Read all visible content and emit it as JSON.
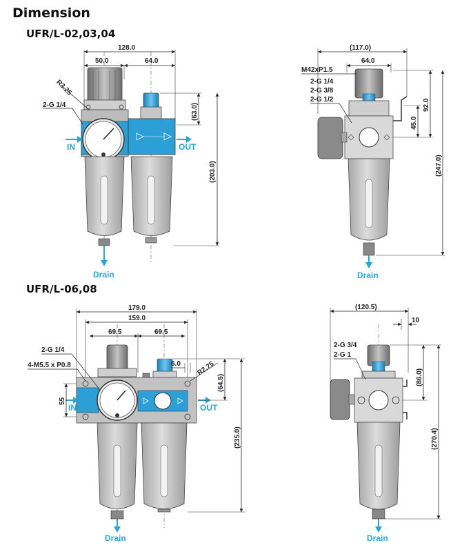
{
  "title": "Dimension",
  "section1": "UFR/L-02,03,04",
  "section2": "UFR/L-06,08",
  "labels": {
    "in": "IN",
    "out": "OUT",
    "drain": "Drain"
  },
  "dims_a": {
    "d128": "128.0",
    "d50": "50.0",
    "d64": "64.0",
    "r325": "R3.25",
    "g14": "2-G 1/4",
    "d63": "(63.0)",
    "d203": "(203.0)"
  },
  "dims_b": {
    "d117": "(117.0)",
    "d64": "64.0",
    "m42": "M42xP1.5",
    "g14": "2-G 1/4",
    "g38": "2-G 3/8",
    "g12": "2-G 1/2",
    "d92": "92.0",
    "d45": "45.0",
    "d247": "(247.0)"
  },
  "dims_c": {
    "d179": "179.0",
    "d159": "159.0",
    "d695a": "69.5",
    "d695b": "69.5",
    "g14": "2-G 1/4",
    "m55": "4-M5.5 x P0.8",
    "d6": "6.0",
    "r275": "R2.75",
    "d55": "55",
    "d645": "(64.5)",
    "d235": "(235.0)"
  },
  "dims_d": {
    "d1205": "(120.5)",
    "d10": "10",
    "g34": "2-G 3/4",
    "g1": "2-G 1",
    "d86": "(86.0)",
    "d2704": "(270.4)"
  },
  "colors": {
    "accent": "#2aa6d6",
    "port_blue": "#2b9fd6",
    "body_gray": "#b9b9b9",
    "bowl_gray": "#c8c8c8"
  }
}
